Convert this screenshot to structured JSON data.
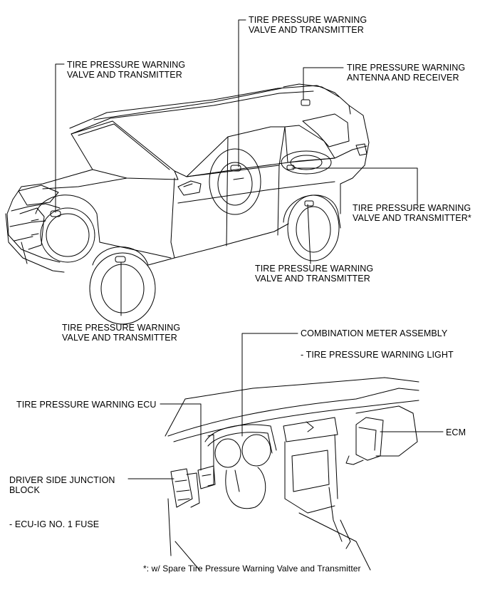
{
  "labels": {
    "tpw_valve_front_left": [
      "TIRE PRESSURE WARNING",
      "VALVE AND TRANSMITTER"
    ],
    "tpw_valve_rear_left": [
      "TIRE PRESSURE WARNING",
      "VALVE AND TRANSMITTER"
    ],
    "tpw_antenna": [
      "TIRE PRESSURE WARNING",
      "ANTENNA AND RECEIVER"
    ],
    "tpw_valve_spare": [
      "TIRE PRESSURE WARNING",
      "VALVE AND TRANSMITTER*"
    ],
    "tpw_valve_rear_right": [
      "TIRE PRESSURE WARNING",
      "VALVE AND TRANSMITTER"
    ],
    "tpw_valve_front_right": [
      "TIRE PRESSURE WARNING",
      "VALVE AND TRANSMITTER"
    ],
    "combination_meter": "COMBINATION METER ASSEMBLY",
    "warning_light": "- TIRE PRESSURE WARNING LIGHT",
    "tpw_ecu": "TIRE PRESSURE WARNING ECU",
    "ecm": "ECM",
    "junction_block": [
      "DRIVER SIDE JUNCTION",
      "BLOCK"
    ],
    "ecu_ig_fuse": "- ECU-IG NO. 1 FUSE",
    "footnote": "*: w/ Spare Tire  Pressure Warning Valve and Transmitter"
  }
}
